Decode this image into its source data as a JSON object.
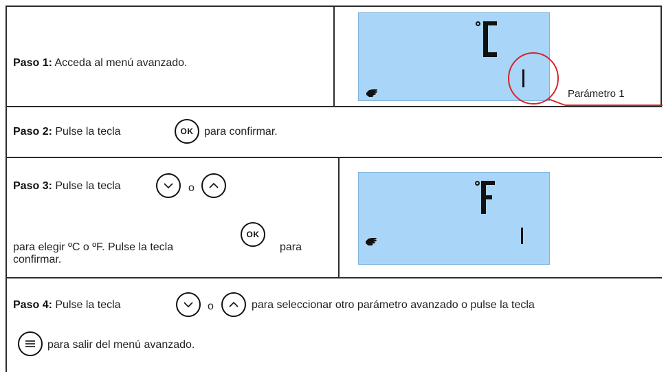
{
  "steps": [
    {
      "label": "Paso 1:",
      "text": "Acceda al menú avanzado."
    },
    {
      "label": "Paso 2:",
      "text_before": "Pulse la tecla",
      "text_after": "para confirmar."
    },
    {
      "label": "Paso 3:",
      "text_before": "Pulse la  tecla",
      "text_or": "o",
      "line2_before": "para elegir ºC o ºF. Pulse la tecla",
      "line2_after": "para",
      "line3": "confirmar."
    },
    {
      "label": "Paso 4:",
      "text_before": "Pulse la tecla",
      "text_or": "o",
      "text_after": "para seleccionar otro parámetro avanzado o pulse la tecla",
      "line2": "para salir del menú avanzado."
    }
  ],
  "buttons": {
    "ok_label": "OK",
    "down_icon": "chevron-down-icon",
    "up_icon": "chevron-up-icon",
    "menu_icon": "menu-icon"
  },
  "display1": {
    "unit": "°C",
    "parameter_number": "1",
    "callout": "Parámetro 1"
  },
  "display2": {
    "unit": "°F",
    "parameter_number": "1"
  },
  "colors": {
    "lcd": "#a9d6f8",
    "callout": "#d9232a",
    "border": "#2b2b2b"
  }
}
